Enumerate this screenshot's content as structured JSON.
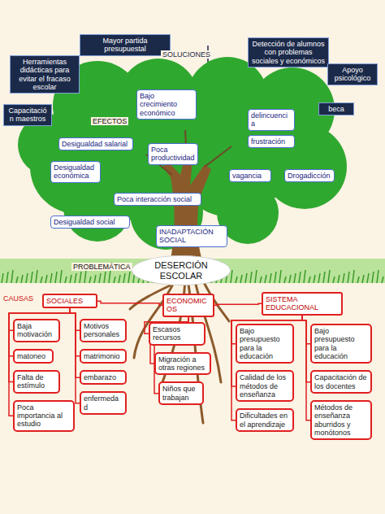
{
  "diagram": {
    "nodes": [
      {
        "text": [
          "Mayor partida presupuestal"
        ]
      },
      {
        "text": [
          "Herramientas didácticas para evitar el fracaso escolar"
        ]
      },
      {
        "text": [
          "Capacitación maestros"
        ]
      },
      {
        "text": [
          "Detección de alumnos con problemas sociales y económicos"
        ]
      },
      {
        "text": [
          "Apoyo psicológico"
        ]
      },
      {
        "text": [
          "beca"
        ]
      },
      {
        "text": [
          "Bajo crecimiento económico"
        ]
      },
      {
        "text": [
          "delincuencia"
        ]
      },
      {
        "text": [
          "frustración"
        ]
      },
      {
        "text": [
          "Desigualdad salarial"
        ]
      },
      {
        "text": [
          "Poca productividad"
        ]
      },
      {
        "text": [
          "Desigualdad económica"
        ]
      },
      {
        "text": [
          "vagancia"
        ]
      },
      {
        "text": [
          "Drogadicción"
        ]
      },
      {
        "text": [
          "Poca interacción social"
        ]
      },
      {
        "text": [
          "Desigualdad social"
        ]
      },
      {
        "text": [
          "INADAPTACIÓN SOCIAL"
        ]
      },
      {
        "text": [
          "DESERCIÓN ESCOLAR"
        ]
      },
      {
        "text": [
          "SOCIALES"
        ]
      },
      {
        "text": [
          "ECONOMICOS"
        ]
      },
      {
        "text": [
          "SISTEMA EDUCACIONAL"
        ]
      },
      {
        "text": [
          "Baja motivación"
        ]
      },
      {
        "text": [
          "matoneo"
        ]
      },
      {
        "text": [
          "Falta de estímulo"
        ]
      },
      {
        "text": [
          "Poca importancia al estudio"
        ]
      },
      {
        "text": [
          "Motivos personales"
        ]
      },
      {
        "text": [
          "matrimonio"
        ]
      },
      {
        "text": [
          "embarazo"
        ]
      },
      {
        "text": [
          "enfermedad"
        ]
      },
      {
        "text": [
          "Escasos recursos"
        ]
      },
      {
        "text": [
          "Migración a otras regiones"
        ]
      },
      {
        "text": [
          "Niños que trabajan"
        ]
      },
      {
        "text": [
          "Bajo presupuesto para la educación"
        ]
      },
      {
        "text": [
          "Bajo presupuesto para la educación"
        ]
      },
      {
        "text": [
          "Calidad de los métodos de enseñanza"
        ]
      },
      {
        "text": [
          "Capacitación de los docentes"
        ]
      },
      {
        "text": [
          "Dificultades en el aprendizaje"
        ]
      },
      {
        "text": [
          "Métodos de enseñanza aburridos y monótonos"
        ]
      }
    ],
    "edges": [
      {
        "from": 18,
        "to": 19,
        "arrow": "none"
      },
      {
        "from": 19,
        "to": 20,
        "arrow": "none"
      },
      {
        "from": 18,
        "to": 21,
        "arrow": "none"
      },
      {
        "from": 18,
        "to": 22,
        "arrow": "none"
      },
      {
        "from": 18,
        "to": 23,
        "arrow": "none"
      },
      {
        "from": 18,
        "to": 24,
        "arrow": "none"
      },
      {
        "from": 18,
        "to": 25,
        "arrow": "none"
      },
      {
        "from": 18,
        "to": 26,
        "arrow": "none"
      },
      {
        "from": 18,
        "to": 27,
        "arrow": "none"
      },
      {
        "from": 18,
        "to": 28,
        "arrow": "none"
      },
      {
        "from": 19,
        "to": 29,
        "arrow": "none"
      },
      {
        "from": 19,
        "to": 30,
        "arrow": "none"
      },
      {
        "from": 19,
        "to": 31,
        "arrow": "none"
      },
      {
        "from": 20,
        "to": 32,
        "arrow": "none"
      },
      {
        "from": 20,
        "to": 33,
        "arrow": "none"
      },
      {
        "from": 20,
        "to": 34,
        "arrow": "none"
      },
      {
        "from": 20,
        "to": 35,
        "arrow": "none"
      },
      {
        "from": 20,
        "to": 36,
        "arrow": "none"
      },
      {
        "from": 20,
        "to": 37,
        "arrow": "none"
      }
    ],
    "labels": [
      "SOLUCIONES",
      "EFECTOS",
      "PROBLEMÁTICA",
      "CAUSAS"
    ]
  }
}
